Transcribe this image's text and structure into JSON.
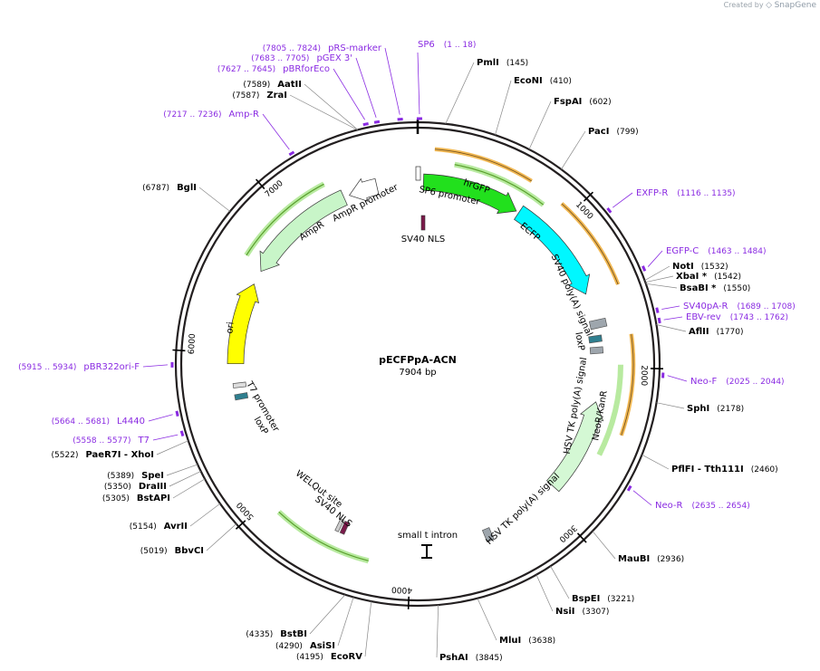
{
  "watermark": {
    "created_by": "Created by",
    "brand": "SnapGene"
  },
  "plasmid": {
    "name": "pECFPpA-ACN",
    "size_text": "7904 bp",
    "length": 7904
  },
  "ticks": [
    "1000",
    "2000",
    "3000",
    "4000",
    "5000",
    "6000",
    "7000"
  ],
  "sites": [
    {
      "name": "PmlI",
      "pos": "(145)",
      "side": "R"
    },
    {
      "name": "EcoNI",
      "pos": "(410)",
      "side": "R"
    },
    {
      "name": "FspAI",
      "pos": "(602)",
      "side": "R"
    },
    {
      "name": "PacI",
      "pos": "(799)",
      "side": "R"
    },
    {
      "name": "NotI",
      "pos": "(1532)",
      "side": "R"
    },
    {
      "name": "XbaI *",
      "pos": "(1542)",
      "side": "R"
    },
    {
      "name": "BsaBI *",
      "pos": "(1550)",
      "side": "R"
    },
    {
      "name": "AflII",
      "pos": "(1770)",
      "side": "R"
    },
    {
      "name": "SphI",
      "pos": "(2178)",
      "side": "R"
    },
    {
      "name": "PflFI  - Tth111I",
      "pos": "(2460)",
      "side": "R"
    },
    {
      "name": "MauBI",
      "pos": "(2936)",
      "side": "R"
    },
    {
      "name": "BspEI",
      "pos": "(3221)",
      "side": "R"
    },
    {
      "name": "NsiI",
      "pos": "(3307)",
      "side": "R"
    },
    {
      "name": "MluI",
      "pos": "(3638)",
      "side": "R"
    },
    {
      "name": "PshAI",
      "pos": "(3845)",
      "side": "R"
    },
    {
      "name": "EcoRV",
      "pos": "(4195)",
      "side": "L"
    },
    {
      "name": "AsiSI",
      "pos": "(4290)",
      "side": "L"
    },
    {
      "name": "BstBI",
      "pos": "(4335)",
      "side": "L"
    },
    {
      "name": "BbvCI",
      "pos": "(5019)",
      "side": "L"
    },
    {
      "name": "AvrII",
      "pos": "(5154)",
      "side": "L"
    },
    {
      "name": "BstAPI",
      "pos": "(5305)",
      "side": "L"
    },
    {
      "name": "DraIII",
      "pos": "(5350)",
      "side": "L"
    },
    {
      "name": "SpeI",
      "pos": "(5389)",
      "side": "L"
    },
    {
      "name": "PaeR7I  - XhoI",
      "pos": "(5522)",
      "side": "L"
    },
    {
      "name": "BglI",
      "pos": "(6787)",
      "side": "L"
    },
    {
      "name": "ZraI",
      "pos": "(7587)",
      "side": "L"
    },
    {
      "name": "AatII",
      "pos": "(7589)",
      "side": "L"
    }
  ],
  "primers": [
    {
      "name": "SP6",
      "range": "(1 .. 18)"
    },
    {
      "name": "EXFP-R",
      "range": "(1116 .. 1135)"
    },
    {
      "name": "EGFP-C",
      "range": "(1463 .. 1484)"
    },
    {
      "name": "SV40pA-R",
      "range": "(1689 .. 1708)"
    },
    {
      "name": "EBV-rev",
      "range": "(1743 .. 1762)"
    },
    {
      "name": "Neo-F",
      "range": "(2025 .. 2044)"
    },
    {
      "name": "Neo-R",
      "range": "(2635 .. 2654)"
    },
    {
      "name": "T7",
      "range": "(5558 .. 5577)"
    },
    {
      "name": "L4440",
      "range": "(5664 .. 5681)"
    },
    {
      "name": "pBR322ori-F",
      "range": "(5915 .. 5934)"
    },
    {
      "name": "Amp-R",
      "range": "(7217 .. 7236)"
    },
    {
      "name": "pBRforEco",
      "range": "(7627 .. 7645)"
    },
    {
      "name": "pGEX 3'",
      "range": "(7683 .. 7705)"
    },
    {
      "name": "pRS-marker",
      "range": "(7805 .. 7824)"
    }
  ],
  "features": {
    "hrGFP": "hrGFP",
    "ECFP": "ECFP",
    "SP6_promoter": "SP6 promoter",
    "SV40_NLS": "SV40 NLS",
    "SV40_polyA": "SV40 poly(A) signal",
    "loxP": "loxP",
    "NeoR": "NeoR/KanR",
    "HSV_polyA_1": "HSV TK poly(A) signal",
    "HSV_polyA_2": "HSV TK poly(A) signal",
    "small_t": "small t intron",
    "WELQut": "WELQut site",
    "SV40_NLS_2": "SV40 NLS",
    "T7_promoter": "T7 promoter",
    "loxP_2": "loxP",
    "ori": "ori",
    "AmpR": "AmpR",
    "AmpR_promoter": "AmpR promoter"
  },
  "colors": {
    "backbone": "#231f20",
    "primer": "#8a2be2",
    "hrGFP": "#22e01d",
    "ECFP": "#00f7ff",
    "AmpR": "#c8f5c8",
    "ori": "#ffff00",
    "orange_track": "#f0b040",
    "green_track": "#5aa02c",
    "loxP": "#2f7f8f",
    "polyA": "#9ea6ad",
    "NLS": "#7a1a4a"
  }
}
